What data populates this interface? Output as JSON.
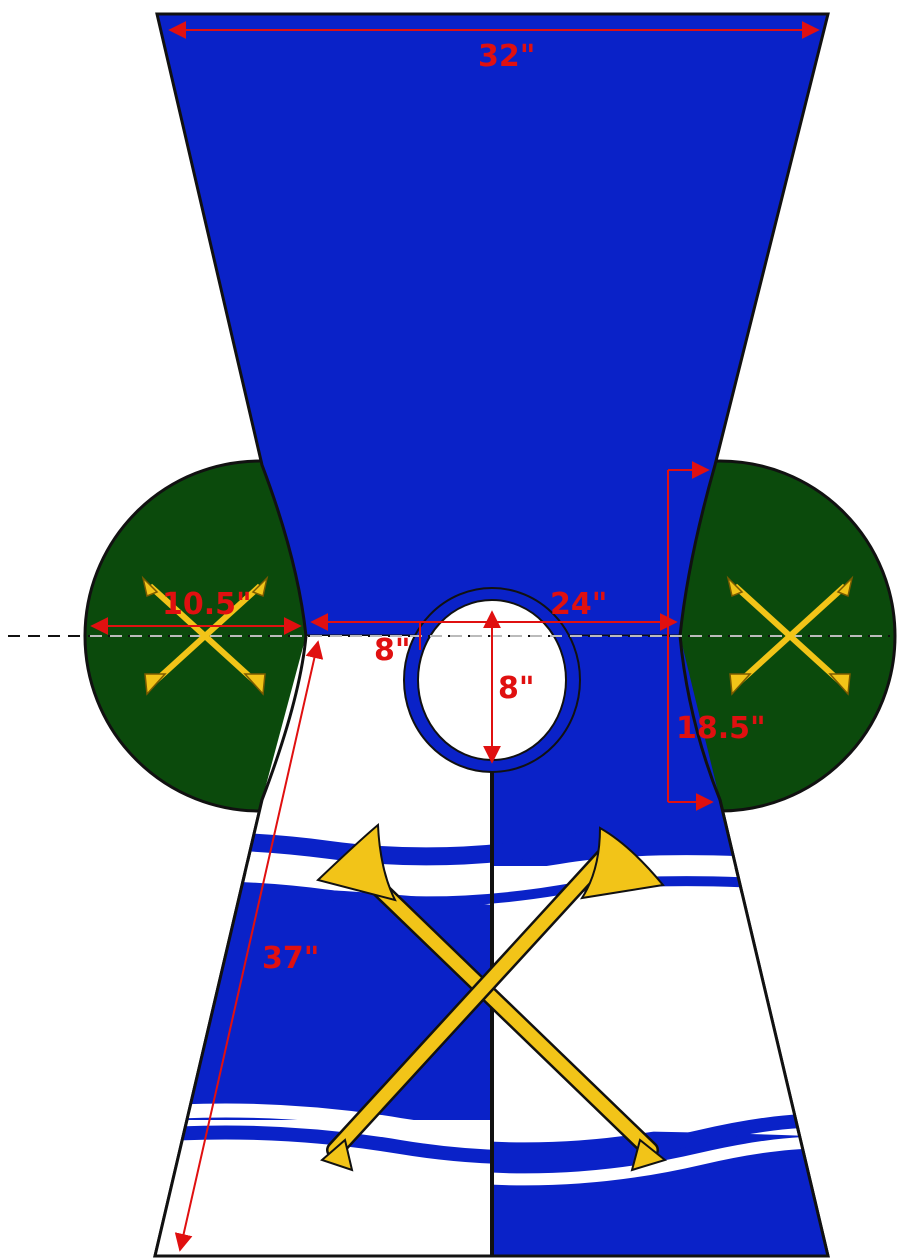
{
  "diagram": {
    "colors": {
      "blue": "#0a22c8",
      "green": "#0b4a0c",
      "white": "#ffffff",
      "gold": "#f2c418",
      "outline": "#111111",
      "dimension": "#e01010"
    },
    "labels": {
      "top_width": "32\"",
      "side_circle_diameter": "10.5\"",
      "neck_half_width": "24\"",
      "hole_offset": "8\"",
      "hole_height": "8\"",
      "side_height": "18.5\"",
      "body_length": "37\""
    },
    "icons": [
      "crossed-trumpets-icon",
      "crossed-trumpets-icon",
      "crossed-trumpets-icon"
    ]
  }
}
